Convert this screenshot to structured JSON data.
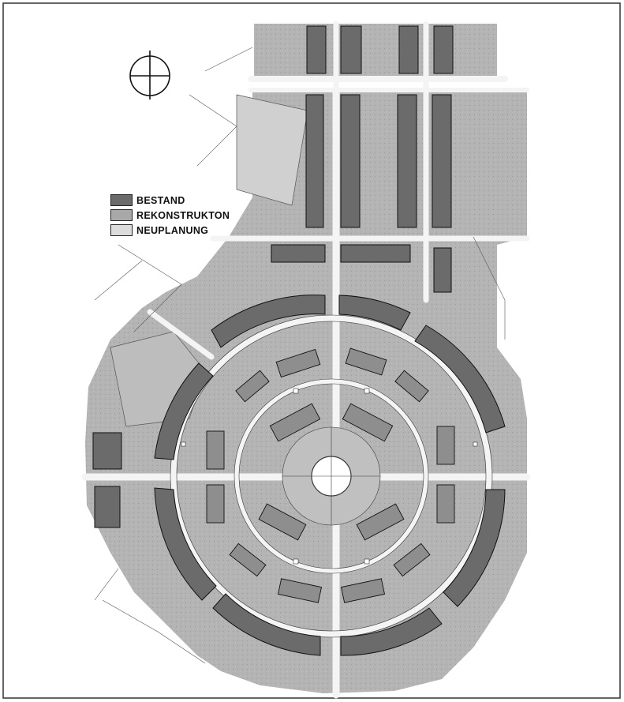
{
  "legend": {
    "items": [
      {
        "label": "BESTAND",
        "color": "#6b6b6b"
      },
      {
        "label": "REKONSTRUKTON",
        "color": "#a8a8a8"
      },
      {
        "label": "NEUPLANUNG",
        "color": "#dcdcdc"
      }
    ]
  },
  "colors": {
    "site_fill": "#b4b4b4",
    "road": "#f4f4f4",
    "ink": "#2a2a2a"
  },
  "compass": {
    "icon": "north-arrow-crosshair-icon"
  }
}
